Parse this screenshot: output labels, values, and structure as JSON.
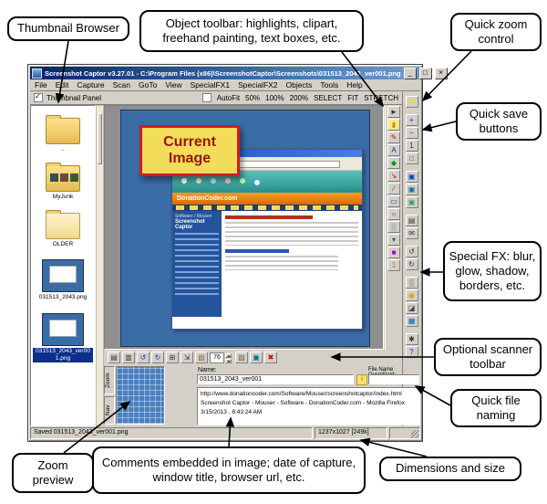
{
  "callouts": {
    "thumbnail_browser": "Thumbnail Browser",
    "object_toolbar": "Object toolbar: highlights, clipart, freehand painting, text boxes, etc.",
    "quick_zoom": "Quick zoom control",
    "quick_save": "Quick save buttons",
    "special_fx": "Special FX: blur, glow, shadow, borders, etc.",
    "scanner_toolbar": "Optional scanner toolbar",
    "quick_file_naming": "Quick file naming",
    "dimensions": "Dimensions and size",
    "comments": "Comments embedded in image; date of capture, window title, browser url, etc.",
    "zoom_preview": "Zoom preview"
  },
  "window": {
    "title": "Screenshot Captor v3.27.01 - C:\\Program Files (x86)\\ScreenshotCaptor\\Screenshots\\031513_2043_ver001.png",
    "controls": {
      "minimize": "_",
      "maximize": "□",
      "close": "×"
    },
    "menus": [
      "File",
      "Edit",
      "Capture",
      "Scan",
      "GoTo",
      "View",
      "SpecialFX1",
      "SpecialFX2",
      "Objects",
      "Tools",
      "Help"
    ],
    "toolbar": {
      "thumbnail_panel": "Thumbnail Panel",
      "autofit": "AutoFit",
      "z50": "50%",
      "z100": "100%",
      "z200": "200%",
      "select": "SELECT",
      "fit": "FIT",
      "stretch": "STRETCH"
    },
    "thumbnails": [
      {
        "label": "..",
        "type": "folder",
        "icon_name": "folder-up-icon"
      },
      {
        "label": "MyJunk",
        "type": "folder-images",
        "icon_name": "folder-images-icon"
      },
      {
        "label": "OLDER",
        "type": "folder-light",
        "icon_name": "folder-icon"
      },
      {
        "label": "031513_2043.png",
        "type": "image",
        "icon_name": "image-thumbnail-icon"
      },
      {
        "label": "031513_2043_ver001.png",
        "type": "image",
        "icon_name": "image-thumbnail-icon",
        "selected": true
      }
    ],
    "current_image_label": "Current Image",
    "inner_screenshot": {
      "site_title": "DonationCoder.com",
      "software_path": "Software / Mouser",
      "product_name": "Screenshot Captor"
    },
    "object_toolbar_icons": [
      {
        "name": "select-tool-icon",
        "glyph": "►",
        "fg": "#333333"
      },
      {
        "name": "highlight-tool-icon",
        "glyph": "▮",
        "fg": "#c79a00",
        "bg": "#ffe98a"
      },
      {
        "name": "pen-tool-icon",
        "glyph": "✎",
        "fg": "#cc0000"
      },
      {
        "name": "text-tool-icon",
        "glyph": "A",
        "fg": "#0033cc"
      },
      {
        "name": "clipart-tool-icon",
        "glyph": "◆",
        "fg": "#009900"
      },
      {
        "name": "arrow-tool-icon",
        "glyph": "↘",
        "fg": "#cc0000"
      },
      {
        "name": "line-tool-icon",
        "glyph": "∕",
        "fg": "#333333"
      },
      {
        "name": "rect-tool-icon",
        "glyph": "▭",
        "fg": "#0033cc"
      },
      {
        "name": "ellipse-tool-icon",
        "glyph": "○",
        "fg": "#0033cc"
      },
      {
        "name": "blur-tool-icon",
        "glyph": "▒",
        "fg": "#888888"
      },
      {
        "name": "colorpicker-tool-icon",
        "glyph": "▾",
        "fg": "#006666"
      },
      {
        "name": "stamp-tool-icon",
        "glyph": "■",
        "fg": "#9900cc"
      },
      {
        "name": "counter-tool-icon",
        "glyph": "1",
        "fg": "#ee6600"
      }
    ],
    "right_toolbar_icons": [
      {
        "name": "color-palette-icon",
        "glyph": "■",
        "fg": "#ffd900"
      },
      {
        "gap": true
      },
      {
        "name": "zoom-in-icon",
        "glyph": "+",
        "fg": "#0033cc"
      },
      {
        "name": "zoom-out-icon",
        "glyph": "−",
        "fg": "#0033cc"
      },
      {
        "name": "zoom-actual-icon",
        "glyph": "1",
        "fg": "#333333"
      },
      {
        "name": "zoom-fit-icon",
        "glyph": "□",
        "fg": "#333333"
      },
      {
        "gap": true
      },
      {
        "name": "save-icon",
        "glyph": "▣",
        "fg": "#0033cc"
      },
      {
        "name": "save-as-icon",
        "glyph": "▣",
        "fg": "#006699"
      },
      {
        "name": "save-copy-icon",
        "glyph": "▣",
        "fg": "#339966"
      },
      {
        "gap": true
      },
      {
        "name": "print-icon",
        "glyph": "▤",
        "fg": "#333333"
      },
      {
        "name": "email-icon",
        "glyph": "✉",
        "fg": "#333333"
      },
      {
        "gap": true
      },
      {
        "name": "undo-icon",
        "glyph": "↺",
        "fg": "#333333"
      },
      {
        "name": "redo-icon",
        "glyph": "↻",
        "fg": "#333333"
      },
      {
        "gap": true
      },
      {
        "name": "fx-blur-icon",
        "glyph": "▒",
        "fg": "#666666"
      },
      {
        "name": "fx-glow-icon",
        "glyph": "◉",
        "fg": "#ee9900"
      },
      {
        "name": "fx-shadow-icon",
        "glyph": "◪",
        "fg": "#444444"
      },
      {
        "name": "fx-border-icon",
        "glyph": "▦",
        "fg": "#0066cc"
      },
      {
        "gap": true
      },
      {
        "name": "settings-icon",
        "glyph": "✱",
        "fg": "#333333"
      },
      {
        "name": "help-icon",
        "glyph": "?",
        "fg": "#0033cc"
      }
    ],
    "scanner_toolbar": {
      "icons_left": [
        {
          "name": "scanner-icon",
          "glyph": "▤",
          "fg": "#333333"
        },
        {
          "name": "print-page-icon",
          "glyph": "▥",
          "fg": "#333333"
        },
        {
          "name": "rotate-left-icon",
          "glyph": "↺",
          "fg": "#0033cc"
        },
        {
          "name": "rotate-right-icon",
          "glyph": "↻",
          "fg": "#0033cc"
        },
        {
          "name": "crop-icon",
          "glyph": "⊞",
          "fg": "#333333"
        },
        {
          "name": "resize-icon",
          "glyph": "⇲",
          "fg": "#333333"
        },
        {
          "name": "palette-icon",
          "glyph": "▧",
          "fg": "#996633"
        }
      ],
      "value": "76",
      "icons_right": [
        {
          "name": "effects-icon",
          "glyph": "▨",
          "fg": "#666666"
        },
        {
          "name": "preview-icon",
          "glyph": "▣",
          "fg": "#006699"
        },
        {
          "name": "delete-icon",
          "glyph": "✖",
          "fg": "#cc0000"
        }
      ]
    },
    "fields": {
      "zoom_tab": "Zoom",
      "nav_tab": "Nav",
      "name_label": "Name:",
      "name_value": "031513_2043_ver001",
      "hint_icon": "i",
      "quickfield_label": "File Name QuickField:",
      "comment_url": "http://www.donationcoder.com/Software/Mouser/screenshotcaptor/index.html",
      "comment_title": "Screenshot Captor - Mouser - Software - DonationCoder.com - Mozilla Firefox",
      "comment_date": "3/15/2013 . 8:43:24 AM"
    },
    "status_left": "Saved 031513_2043_ver001.png",
    "status_right": "1237x1027 [249k]"
  }
}
